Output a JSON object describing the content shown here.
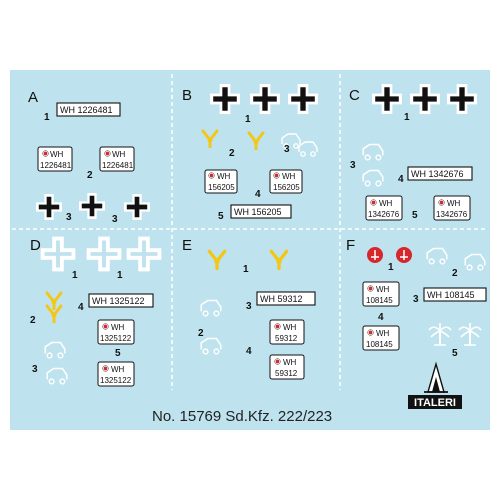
{
  "colors": {
    "background": "#bfe3ee",
    "divider": "#ffffff",
    "yellow": "#f2c718",
    "red": "#d6282c",
    "black": "#111111"
  },
  "sections": [
    {
      "label": "A",
      "plates_rect": [
        "WH 1226481"
      ],
      "plates_square": [
        [
          "WH",
          "1226481"
        ],
        [
          "WH",
          "1226481"
        ]
      ],
      "numbers": [
        "1",
        "2",
        "3",
        "3"
      ]
    },
    {
      "label": "B",
      "plates_rect": [
        "WH 156205"
      ],
      "plates_square": [
        [
          "WH",
          "156205"
        ],
        [
          "WH",
          "156205"
        ]
      ],
      "numbers": [
        "1",
        "2",
        "3",
        "4",
        "5"
      ]
    },
    {
      "label": "C",
      "plates_rect": [
        "WH 1342676"
      ],
      "plates_square": [
        [
          "WH",
          "1342676"
        ],
        [
          "WH",
          "1342676"
        ]
      ],
      "numbers": [
        "1",
        "3",
        "4",
        "5"
      ]
    },
    {
      "label": "D",
      "plates_rect": [
        "WH 1325122"
      ],
      "plates_square": [
        [
          "WH",
          "1325122"
        ],
        [
          "WH",
          "1325122"
        ]
      ],
      "numbers": [
        "1",
        "1",
        "2",
        "4",
        "3",
        "5"
      ]
    },
    {
      "label": "E",
      "plates_rect": [
        "WH 59312"
      ],
      "plates_square": [
        [
          "WH",
          "59312"
        ],
        [
          "WH",
          "59312"
        ]
      ],
      "numbers": [
        "1",
        "2",
        "3",
        "4"
      ]
    },
    {
      "label": "F",
      "plates_rect": [
        "WH 108145"
      ],
      "plates_square": [
        [
          "WH",
          "108145"
        ],
        [
          "WH",
          "108145"
        ]
      ],
      "numbers": [
        "1",
        "2",
        "3",
        "4",
        "5"
      ]
    }
  ],
  "footer": {
    "product_code": "No. 15769 Sd.Kfz. 222/223",
    "brand": "ITALERI"
  },
  "icons": [
    "balkenkreuz-icon",
    "yellow-division-symbol-icon",
    "vehicle-tactical-symbol-icon",
    "palm-tree-icon",
    "red-disc-icon",
    "italeri-logo-icon"
  ]
}
